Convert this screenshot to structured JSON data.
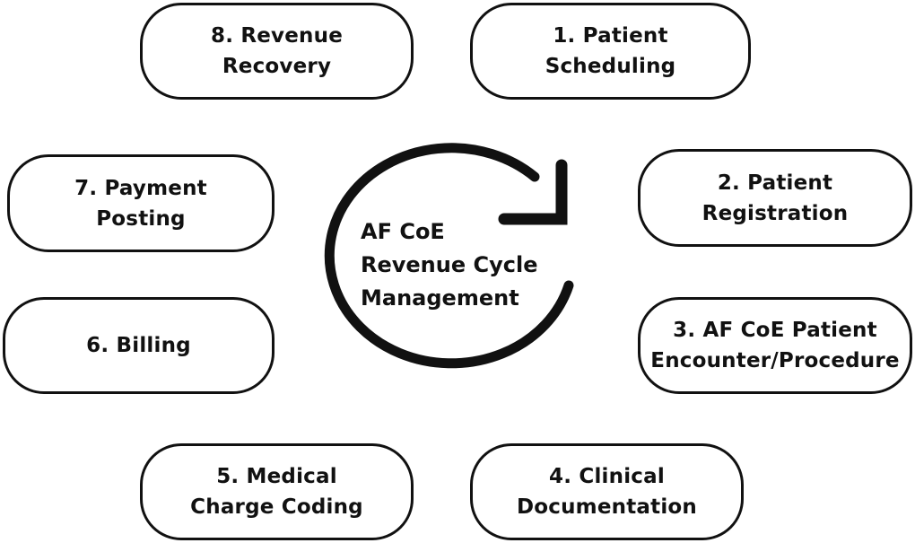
{
  "diagram": {
    "center_title": "AF CoE\nRevenue Cycle\nManagement",
    "steps": [
      {
        "id": "s1",
        "label": "1. Patient\nScheduling"
      },
      {
        "id": "s2",
        "label": "2. Patient\nRegistration"
      },
      {
        "id": "s3",
        "label": "3. AF CoE Patient\nEncounter/Procedure"
      },
      {
        "id": "s4",
        "label": "4. Clinical\nDocumentation"
      },
      {
        "id": "s5",
        "label": "5. Medical\nCharge Coding"
      },
      {
        "id": "s6",
        "label": "6. Billing"
      },
      {
        "id": "s7",
        "label": "7. Payment\nPosting"
      },
      {
        "id": "s8",
        "label": "8. Revenue\nRecovery"
      }
    ],
    "colors": {
      "stroke": "#111111",
      "background": "#ffffff"
    }
  }
}
